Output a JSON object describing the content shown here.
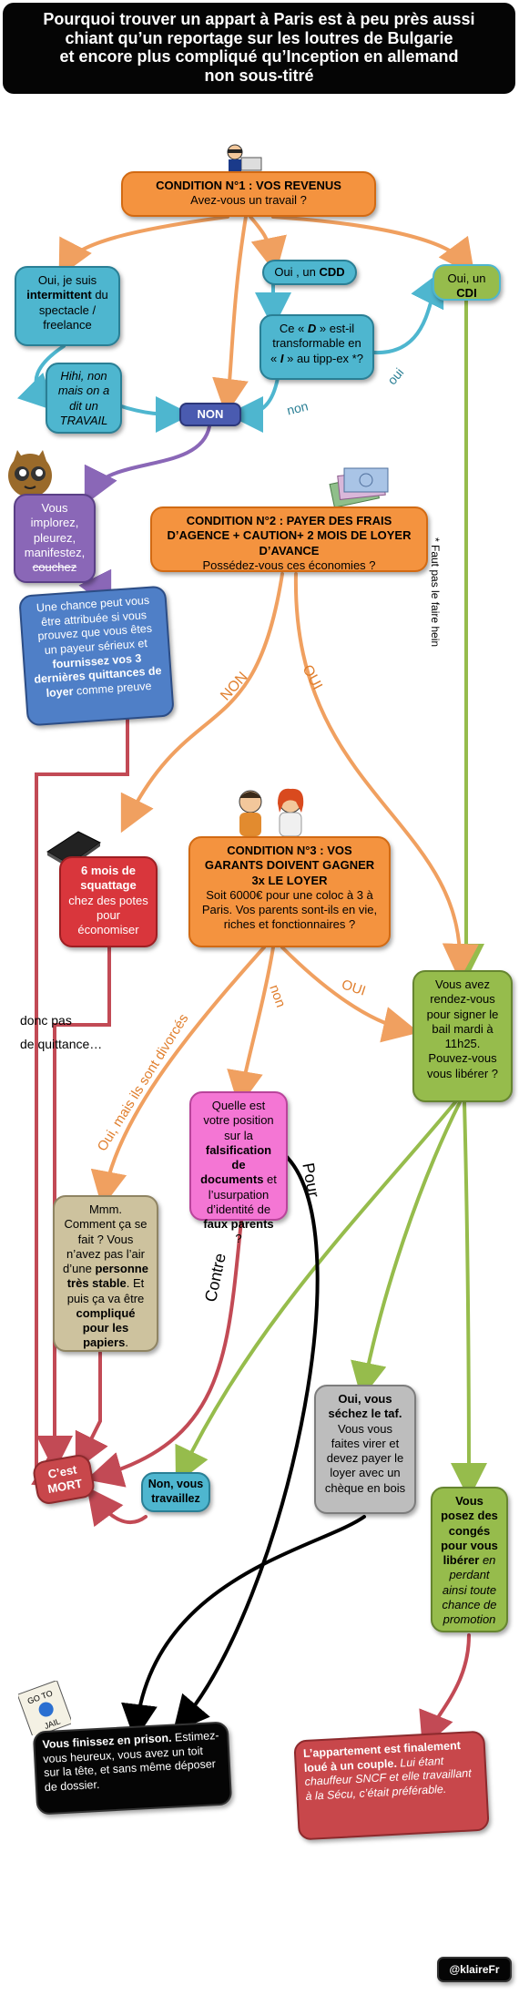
{
  "title": {
    "line1": "Pourquoi trouver un appart à Paris est à peu près aussi",
    "line2": "chiant qu’un reportage sur les loutres de Bulgarie",
    "line3": "et encore plus compliqué qu’Inception en allemand",
    "line4": "non sous-titré"
  },
  "condition1": {
    "title": "CONDITION N°1 : VOS REVENUS",
    "question": "Avez-vous un travail ?"
  },
  "intermittent": {
    "part1": "Oui, je suis ",
    "bold": "intermittent",
    "part2": " du spectacle / freelance"
  },
  "cdd": {
    "part1": "Oui , un ",
    "bold": "CDD"
  },
  "cdi": {
    "part1": "Oui, un ",
    "bold": "CDI"
  },
  "hihi": "Hihi, non mais on a dit un TRAVAIL",
  "transformable": {
    "part1": "Ce « ",
    "d": "D",
    "part2": " » est-il transformable en « ",
    "i": "I",
    "part3": " » au tipp-ex *?"
  },
  "non_box": "NON",
  "edge_labels": {
    "non_transform": "non",
    "oui_transform": "oui",
    "faut_pas": "* Faut pas le faire hein",
    "cond2_non": "NON",
    "cond2_oui": "OUI",
    "donc_pas": "donc pas",
    "de_quittance": "de quittance…",
    "oui_divorces": "Oui, mais ils sont divorcés",
    "cond3_non": "non",
    "cond3_oui": "OUI",
    "pour": "Pour",
    "contre": "Contre"
  },
  "implorez": {
    "line": "Vous implorez, pleurez, manifestez, ",
    "strike": "couchez"
  },
  "chance": {
    "part1": "Une chance peut vous être attribuée si vous prouvez que vous êtes un payeur sérieux et ",
    "bold": "fournissez vos 3 dernières quittances de loyer",
    "part2": " comme preuve"
  },
  "condition2": {
    "title": "CONDITION N°2 :  PAYER DES FRAIS D’AGENCE + CAUTION+ 2 MOIS DE LOYER D’AVANCE",
    "question": "Possédez-vous ces économies ?"
  },
  "squattage": {
    "bold": "6 mois de squattage",
    "rest": " chez des potes pour économiser"
  },
  "condition3": {
    "title": "CONDITION N°3 : VOS GARANTS DOIVENT GAGNER 3x LE LOYER",
    "body": "Soit 6000€ pour une coloc à 3 à Paris. Vos parents sont-ils en vie, riches et fonctionnaires  ?"
  },
  "rdv": "Vous avez rendez-vous pour signer le bail mardi à 11h25. Pouvez-vous vous libérer ?",
  "falsification": {
    "part1": "Quelle est votre position sur la ",
    "bold1": "falsification de documents",
    "part2": " et l’usurpation d’identité de ",
    "bold2": "faux parents",
    "part3": " ?"
  },
  "mmm": {
    "part1": "Mmm. Comment ça se fait ? Vous n’avez pas l’air d’une ",
    "bold1": "personne très stable",
    "part2": ". Et puis ça va être ",
    "bold2": "compliqué pour les papiers",
    "part3": "."
  },
  "mort": "C’est MORT",
  "travaillez": "Non, vous travaillez",
  "sechez": {
    "bold": "Oui, vous séchez le taf.",
    "rest": " Vous vous faites virer et devez payer le loyer avec un chèque en bois"
  },
  "conges": {
    "bold": "Vous posez des congés pour vous libérer",
    "italic": " en perdant ainsi toute chance de promotion"
  },
  "prison": {
    "bold": "Vous finissez en prison.",
    "rest": " Estimez-vous heureux, vous avez un toit sur la tête, et sans même déposer de dossier."
  },
  "final": {
    "bold": "L’appartement  est finalement loué à un couple.",
    "italic": " Lui étant chauffeur SNCF et elle travaillant à la Sécu, c’était préférable."
  },
  "signature": "@klaireFr",
  "jail_card": {
    "go": "GO TO",
    "jail": "JAIL"
  },
  "colors": {
    "orange_line": "#f0a060",
    "blue_line": "#4eb6cf",
    "green_line": "#96bc4c",
    "red_line": "#c24a55",
    "purple_line": "#8a67b7",
    "black_line": "#000000"
  },
  "icons": [
    "thinking-person-icon",
    "cat-icon",
    "money-icon",
    "couple-icon",
    "mattress-icon",
    "jail-card-icon"
  ]
}
